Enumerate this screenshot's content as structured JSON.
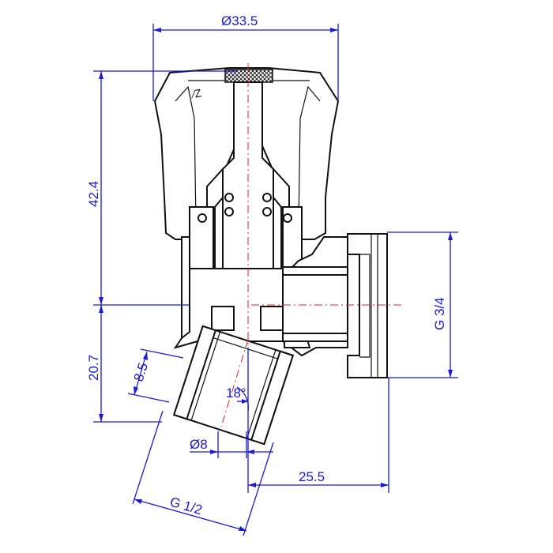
{
  "drawing": {
    "dimensions": {
      "top_diameter": "Ø33.5",
      "height_upper": "42.4",
      "height_lower": "20.7",
      "outlet_thread": "G 3/4",
      "inlet_length": "8.5",
      "angle": "18°",
      "bore_diameter": "Ø8",
      "offset": "25.5",
      "inlet_thread": "G 1/2"
    },
    "colors": {
      "dimension": "#1a1ad6",
      "centerline": "#e02020",
      "outline": "#111111"
    }
  }
}
